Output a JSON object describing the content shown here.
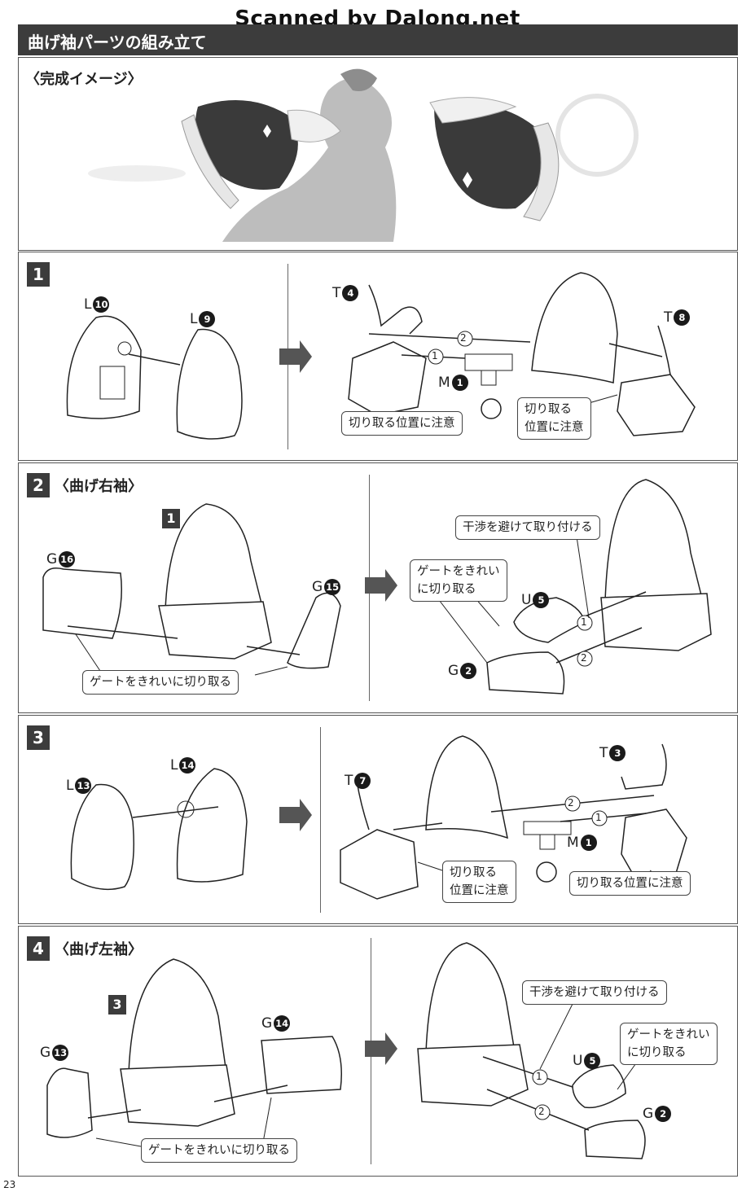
{
  "watermark": "Scanned by Dalong.net",
  "header": {
    "title": "曲げ袖パーツの組み立て"
  },
  "preview": {
    "label": "〈完成イメージ〉"
  },
  "steps": [
    {
      "number": "1",
      "title": "",
      "labels": {
        "a": "L",
        "a_num": "10",
        "b": "L",
        "b_num": "9",
        "c": "T",
        "c_num": "4",
        "d": "T",
        "d_num": "8",
        "e": "M",
        "e_num": "1"
      },
      "callouts": [
        "切り取る位置に注意",
        "切り取る\n位置に注意"
      ],
      "arrows": [
        "2",
        "1"
      ]
    },
    {
      "number": "2",
      "title": "〈曲げ右袖〉",
      "ref": "1",
      "labels": {
        "a": "G",
        "a_num": "16",
        "b": "G",
        "b_num": "15",
        "c": "U",
        "c_num": "5",
        "d": "G",
        "d_num": "2"
      },
      "callouts": [
        "ゲートをきれいに切り取る",
        "ゲートをきれい\nに切り取る",
        "干渉を避けて取り付ける"
      ],
      "arrows": [
        "1",
        "2"
      ]
    },
    {
      "number": "3",
      "title": "",
      "labels": {
        "a": "L",
        "a_num": "13",
        "b": "L",
        "b_num": "14",
        "c": "T",
        "c_num": "7",
        "d": "T",
        "d_num": "3",
        "e": "M",
        "e_num": "1"
      },
      "callouts": [
        "切り取る\n位置に注意",
        "切り取る位置に注意"
      ],
      "arrows": [
        "2",
        "1"
      ]
    },
    {
      "number": "4",
      "title": "〈曲げ左袖〉",
      "ref": "3",
      "labels": {
        "a": "G",
        "a_num": "13",
        "b": "G",
        "b_num": "14",
        "c": "U",
        "c_num": "5",
        "d": "G",
        "d_num": "2"
      },
      "callouts": [
        "ゲートをきれいに切り取る",
        "干渉を避けて取り付ける",
        "ゲートをきれい\nに切り取る"
      ],
      "arrows": [
        "1",
        "2"
      ]
    }
  ],
  "page_number": "23"
}
